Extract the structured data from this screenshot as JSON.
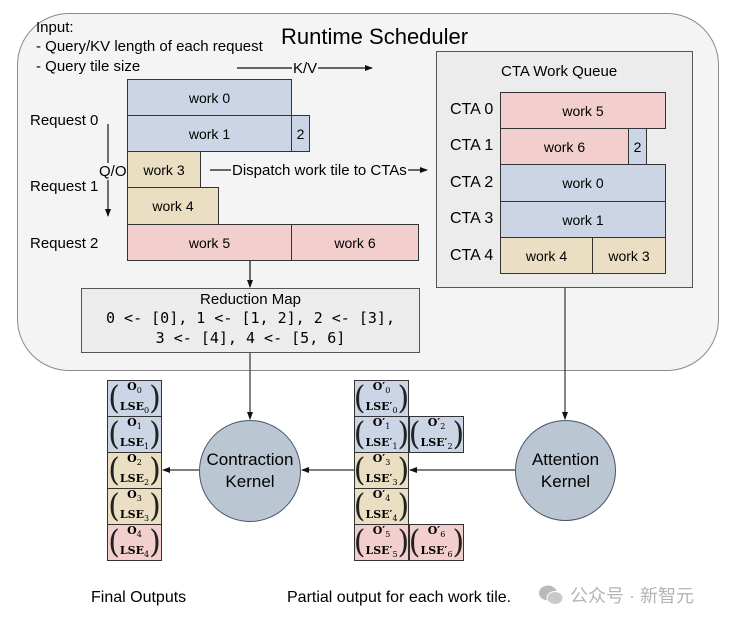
{
  "scheduler": {
    "title": "Runtime Scheduler",
    "input_lines": [
      "Input:",
      "- Query/KV length of each request",
      "- Query tile size"
    ],
    "kv_label": "K/V",
    "qo_label": "Q/O",
    "dispatch_label": "Dispatch work tile to CTAs",
    "requests": [
      "Request 0",
      "Request 1",
      "Request 2"
    ],
    "work_tiles": [
      {
        "label": "work 0",
        "request": 0,
        "color": "#cbd5e5"
      },
      {
        "label": "work 1",
        "request": 0,
        "color": "#cbd5e5"
      },
      {
        "label": "2",
        "request": 0,
        "color": "#cbd5e5"
      },
      {
        "label": "work 3",
        "request": 1,
        "color": "#ebdfc3"
      },
      {
        "label": "work 4",
        "request": 1,
        "color": "#ebdfc3"
      },
      {
        "label": "work 5",
        "request": 2,
        "color": "#f2cecd"
      },
      {
        "label": "work 6",
        "request": 2,
        "color": "#f2cecd"
      }
    ],
    "cta_queue": {
      "title": "CTA Work Queue",
      "ctas": [
        {
          "label": "CTA 0",
          "tiles": [
            "work 5"
          ]
        },
        {
          "label": "CTA 1",
          "tiles": [
            "work 6",
            "2"
          ]
        },
        {
          "label": "CTA 2",
          "tiles": [
            "work 0"
          ]
        },
        {
          "label": "CTA 3",
          "tiles": [
            "work 1"
          ]
        },
        {
          "label": "CTA 4",
          "tiles": [
            "work 4",
            "work 3"
          ]
        }
      ]
    },
    "reduction_map": {
      "title": "Reduction Map",
      "line1": "0 <- [0], 1 <- [1, 2], 2 <- [3],",
      "line2": "3 <- [4], 4 <- [5, 6]"
    }
  },
  "kernels": {
    "contraction": [
      "Contraction",
      "Kernel"
    ],
    "attention": [
      "Attention",
      "Kernel"
    ]
  },
  "final_outputs": {
    "label": "Final Outputs",
    "items": [
      {
        "o": "O",
        "lse": "LSE",
        "idx": "0"
      },
      {
        "o": "O",
        "lse": "LSE",
        "idx": "1"
      },
      {
        "o": "O",
        "lse": "LSE",
        "idx": "2"
      },
      {
        "o": "O",
        "lse": "LSE",
        "idx": "3"
      },
      {
        "o": "O",
        "lse": "LSE",
        "idx": "4"
      }
    ]
  },
  "partial_outputs": {
    "label": "Partial output for each work tile.",
    "items": [
      {
        "o": "O′",
        "lse": "LSE′",
        "idx": "0"
      },
      {
        "o": "O′",
        "lse": "LSE′",
        "idx": "1"
      },
      {
        "o": "O′",
        "lse": "LSE′",
        "idx": "2"
      },
      {
        "o": "O′",
        "lse": "LSE′",
        "idx": "3"
      },
      {
        "o": "O′",
        "lse": "LSE′",
        "idx": "4"
      },
      {
        "o": "O′",
        "lse": "LSE′",
        "idx": "5"
      },
      {
        "o": "O′",
        "lse": "LSE′",
        "idx": "6"
      }
    ]
  },
  "watermark": "公众号 · 新智元",
  "colors": {
    "blue": "#cbd5e5",
    "tan": "#ebdfc3",
    "pink": "#f2cecd",
    "kernel": "#bac6d2",
    "panel": "#f4f4f4"
  }
}
